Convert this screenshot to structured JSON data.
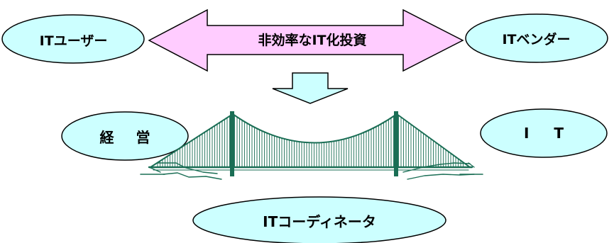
{
  "nodes": {
    "it_user": "ITユーザー",
    "it_vendor": "ITベンダー",
    "management": "経 営",
    "it": "I T",
    "it_coordinator": "ITコーディネータ"
  },
  "arrow": {
    "label": "非効率なIT化投資"
  },
  "colors": {
    "ellipse_fill": "#ccffff",
    "double_arrow_fill": "#ffccff",
    "down_arrow_fill": "#ccffff",
    "bridge_color": "#1a6e55",
    "outline": "#000000"
  },
  "icons": {
    "bridge": "suspension-bridge-icon",
    "double_arrow": "double-arrow-icon",
    "down_arrow": "down-arrow-icon"
  }
}
